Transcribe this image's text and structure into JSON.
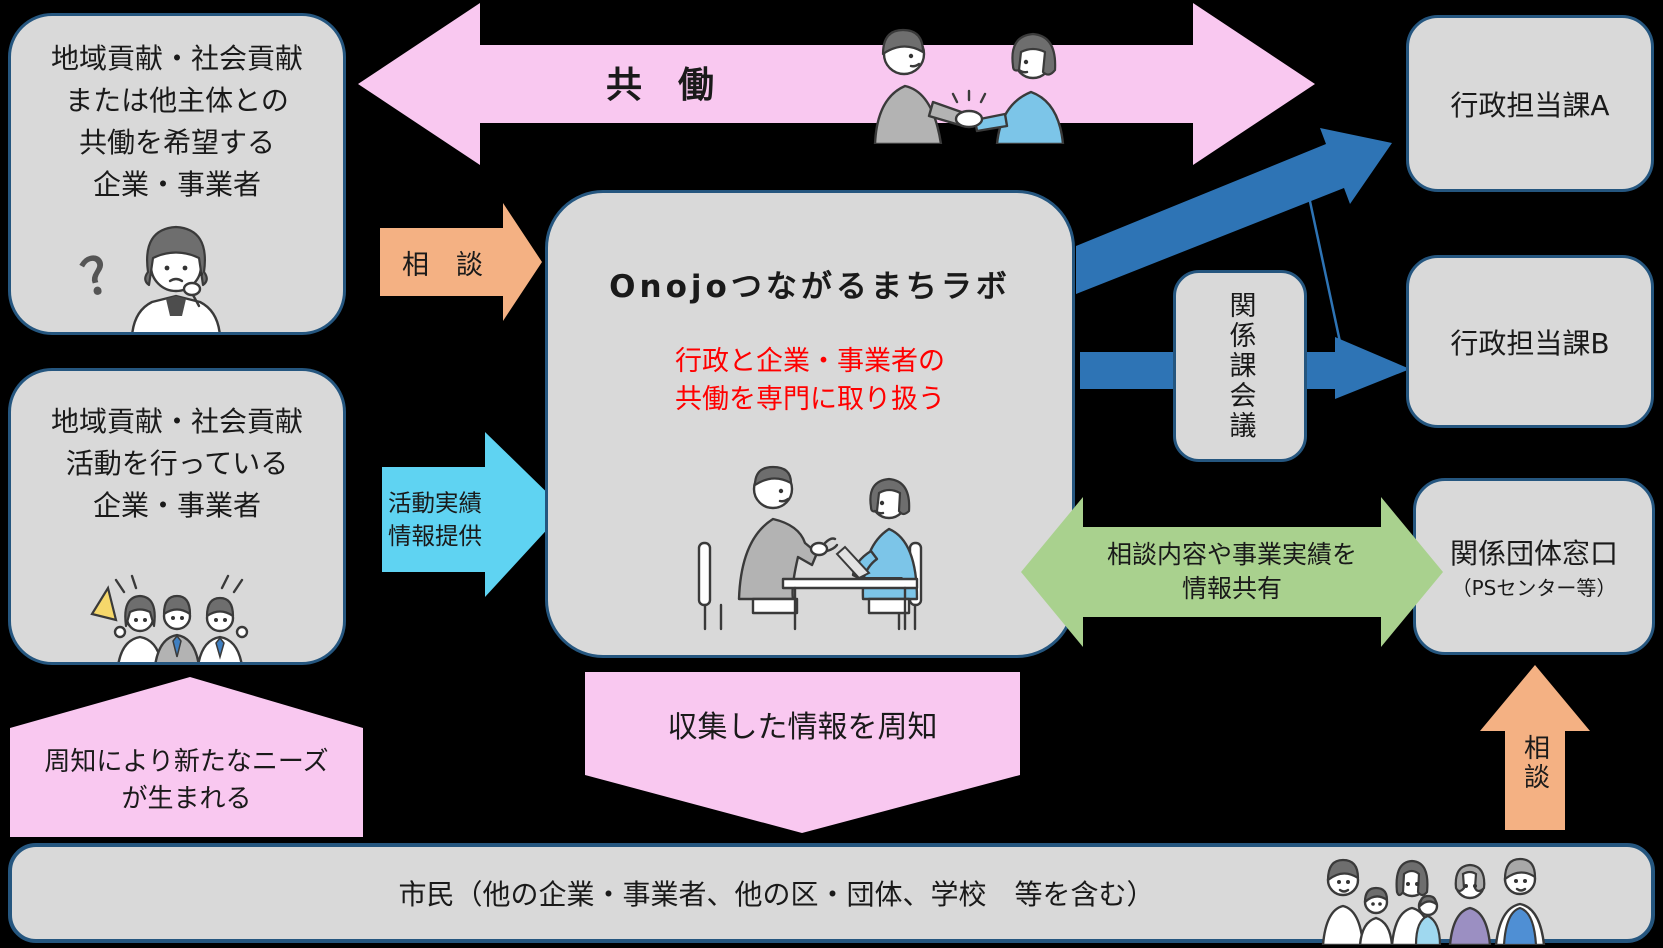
{
  "palette": {
    "background": "#000000",
    "box_fill": "#d9d9d9",
    "box_border": "#25567f",
    "pink": "#f9c8f0",
    "orange": "#f4b183",
    "sky_blue": "#5fd3f2",
    "dark_blue": "#2e74b5",
    "green": "#a9d18e",
    "red_text": "#ff0000"
  },
  "boxes": {
    "company_seeking": {
      "lines": [
        "地域貢献・社会貢献",
        "または他主体との",
        "共働を希望する",
        "企業・事業者"
      ]
    },
    "company_active": {
      "lines": [
        "地域貢献・社会貢献",
        "活動を行っている",
        "企業・事業者"
      ]
    },
    "lab": {
      "title": "Onojoつながるまちラボ",
      "desc_lines": [
        "行政と企業・事業者の",
        "共働を専門に取り扱う"
      ]
    },
    "gov_a": {
      "label": "行政担当課A"
    },
    "gov_b": {
      "label": "行政担当課B"
    },
    "council": {
      "label": "関係課会議"
    },
    "related_org": {
      "label": "関係団体窓口",
      "sublabel": "（PSセンター等）"
    },
    "citizens": {
      "label": "市民（他の企業・事業者、他の区・団体、学校　等を含む）"
    }
  },
  "arrows": {
    "collaboration": {
      "label": "共　働"
    },
    "consult_left": {
      "label": "相　談"
    },
    "activity_info": {
      "lines": [
        "活動実績",
        "情報提供"
      ]
    },
    "info_share": {
      "lines": [
        "相談内容や事業実績を",
        "情報共有"
      ]
    },
    "notify": {
      "label": "収集した情報を周知"
    },
    "new_needs": {
      "lines": [
        "周知により新たなニーズ",
        "が生まれる"
      ]
    },
    "consult_right": {
      "label": "相談"
    }
  },
  "illustrations": {
    "question_mark": "？",
    "thinking_woman": "thinking-woman",
    "team": "three-business-people",
    "handshake": "two-people-handshake",
    "meeting": "two-people-meeting-at-table",
    "family": "family-group"
  }
}
